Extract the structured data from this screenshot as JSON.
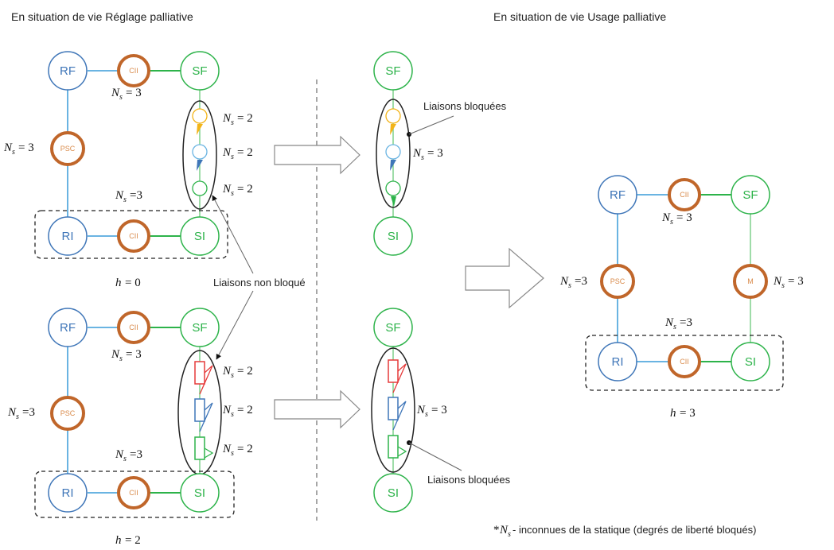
{
  "titles": {
    "left": "En situation de vie Réglage palliative",
    "right": "En situation de vie Usage palliative"
  },
  "labels": {
    "RF": "RF",
    "SF": "SF",
    "RI": "RI",
    "SI": "SI",
    "CII": "CII",
    "PSC": "PSC",
    "M": "M"
  },
  "formula": {
    "ns_sym": "N",
    "ns_sub": "s",
    "eq3": "= 3",
    "eq3_tight": "=3",
    "eq2": "= 2",
    "h_sym": "h",
    "h0": "= 0",
    "h2": "= 2",
    "h3": "= 3"
  },
  "callouts": {
    "blocked": "Liaisons bloquées",
    "unblocked": "Liaisons non bloqué"
  },
  "footnote": {
    "star": "*",
    "text": " - inconnues de la statique (degrés de liberté bloqués)"
  },
  "colors": {
    "blue": "#3f76b8",
    "light_blue": "#6ab4e2",
    "green": "#2db34a",
    "light_green": "#7fd08c",
    "orange": "#c0662a",
    "yellow": "#f3b418",
    "red": "#e53a3a",
    "dashed_gray": "#777777"
  }
}
